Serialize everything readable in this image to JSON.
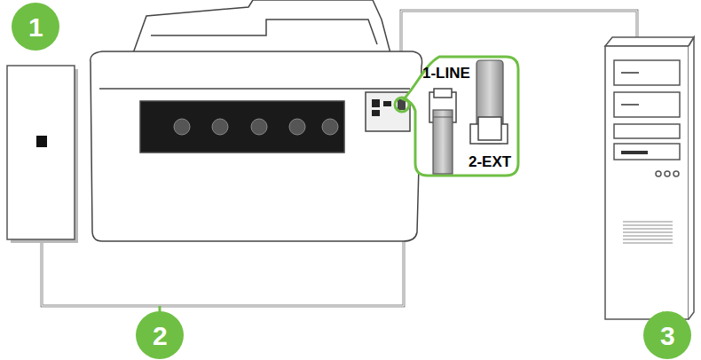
{
  "diagram": {
    "nodes": [
      {
        "text": [
          "1-LINE",
          "2-EXT"
        ]
      }
    ],
    "labels": [
      "1",
      "2",
      "3"
    ]
  }
}
